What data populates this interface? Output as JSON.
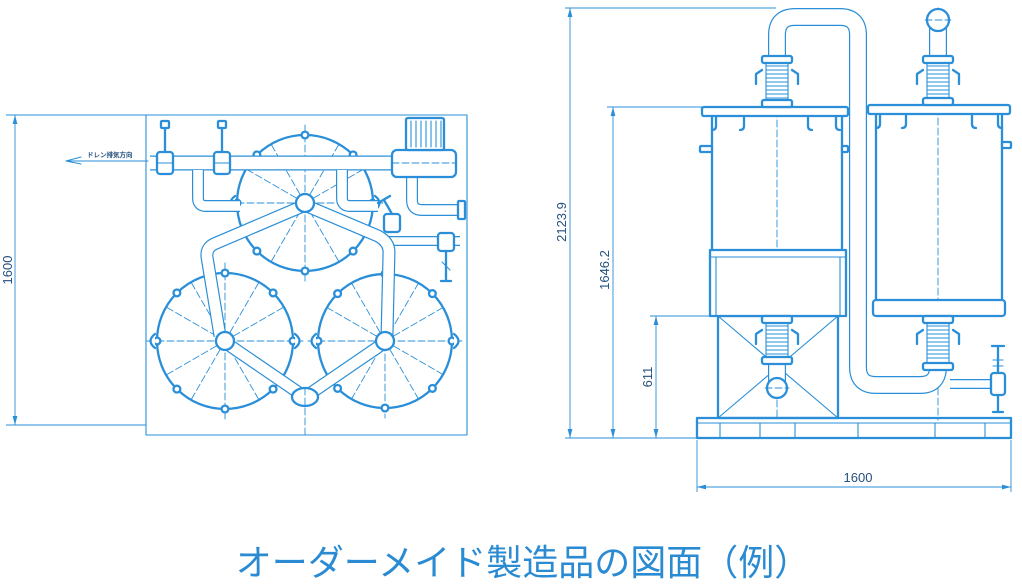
{
  "caption": "オーダーメイド製造品の図面（例）",
  "plan_view": {
    "width_dim": "1600",
    "drain_label": "ドレン排気方向"
  },
  "elevation_view": {
    "total_height_dim": "2123.9",
    "tank_height_dim": "1646.2",
    "frame_height_dim": "611",
    "width_dim": "1600"
  },
  "colors": {
    "line": "#2a8fd8",
    "dimension_text": "#24507f",
    "caption": "#2a8bd2",
    "background": "#ffffff"
  }
}
